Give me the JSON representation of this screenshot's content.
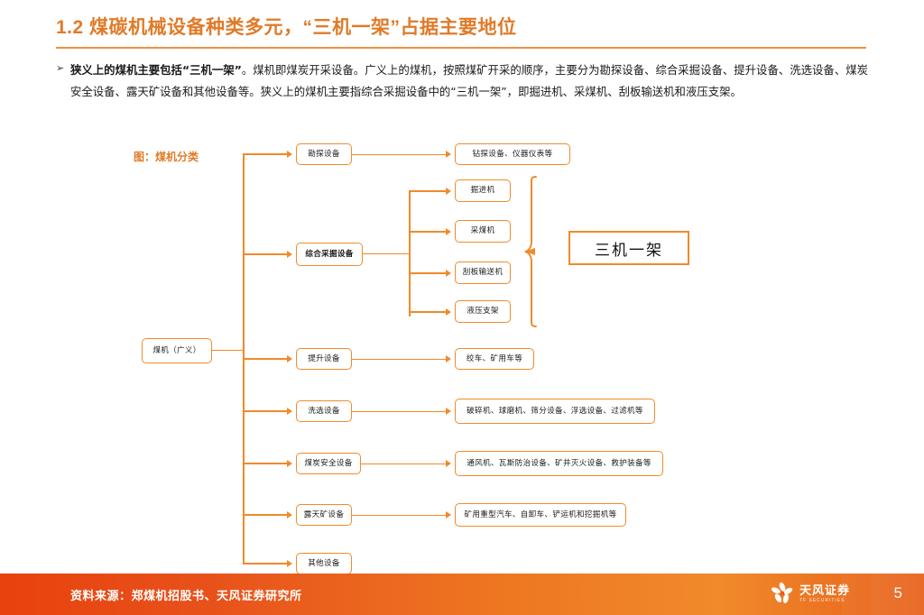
{
  "slide": {
    "title": "1.2 煤碳机械设备种类多元，“三机一架”占据主要地位",
    "page_number": "5",
    "accent_color": "#E07B29",
    "footer_color": "#EE7722"
  },
  "body": {
    "bullet_marker": "➢",
    "lead": "狭义上的煤机主要包括“三机一架”",
    "text": "。煤机即煤炭开采设备。广义上的煤机，按照煤矿开采的顺序，主要分为勘探设备、综合采掘设备、提升设备、洗选设备、煤炭安全设备、露天矿设备和其他设备等。狭义上的煤机主要指综合采掘设备中的“三机一架”，即掘进机、采煤机、刮板输送机和液压支架。"
  },
  "diagram": {
    "caption": "图：煤机分类",
    "root": "煤机（广义）",
    "highlight": "三机一架",
    "categories": [
      {
        "label": "勘探设备",
        "detail": "钻探设备、仪器仪表等"
      },
      {
        "label": "综合采掘设备",
        "detail": ""
      },
      {
        "label": "提升设备",
        "detail": "绞车、矿用车等"
      },
      {
        "label": "洗选设备",
        "detail": "破碎机、球磨机、筛分设备、浮选设备、过滤机等"
      },
      {
        "label": "煤炭安全设备",
        "detail": "通风机、瓦斯防治设备、矿井灭火设备、救护装备等"
      },
      {
        "label": "露天矿设备",
        "detail": "矿用重型汽车、自卸车、铲运机和挖掘机等"
      },
      {
        "label": "其他设备",
        "detail": ""
      }
    ],
    "machines": [
      "掘进机",
      "采煤机",
      "刮板输送机",
      "液压支架"
    ]
  },
  "footer": {
    "source": "资料来源：郑煤机招股书、天风证券研究所",
    "logo_name": "天风证券",
    "logo_sub": "TF SECURITIES"
  }
}
